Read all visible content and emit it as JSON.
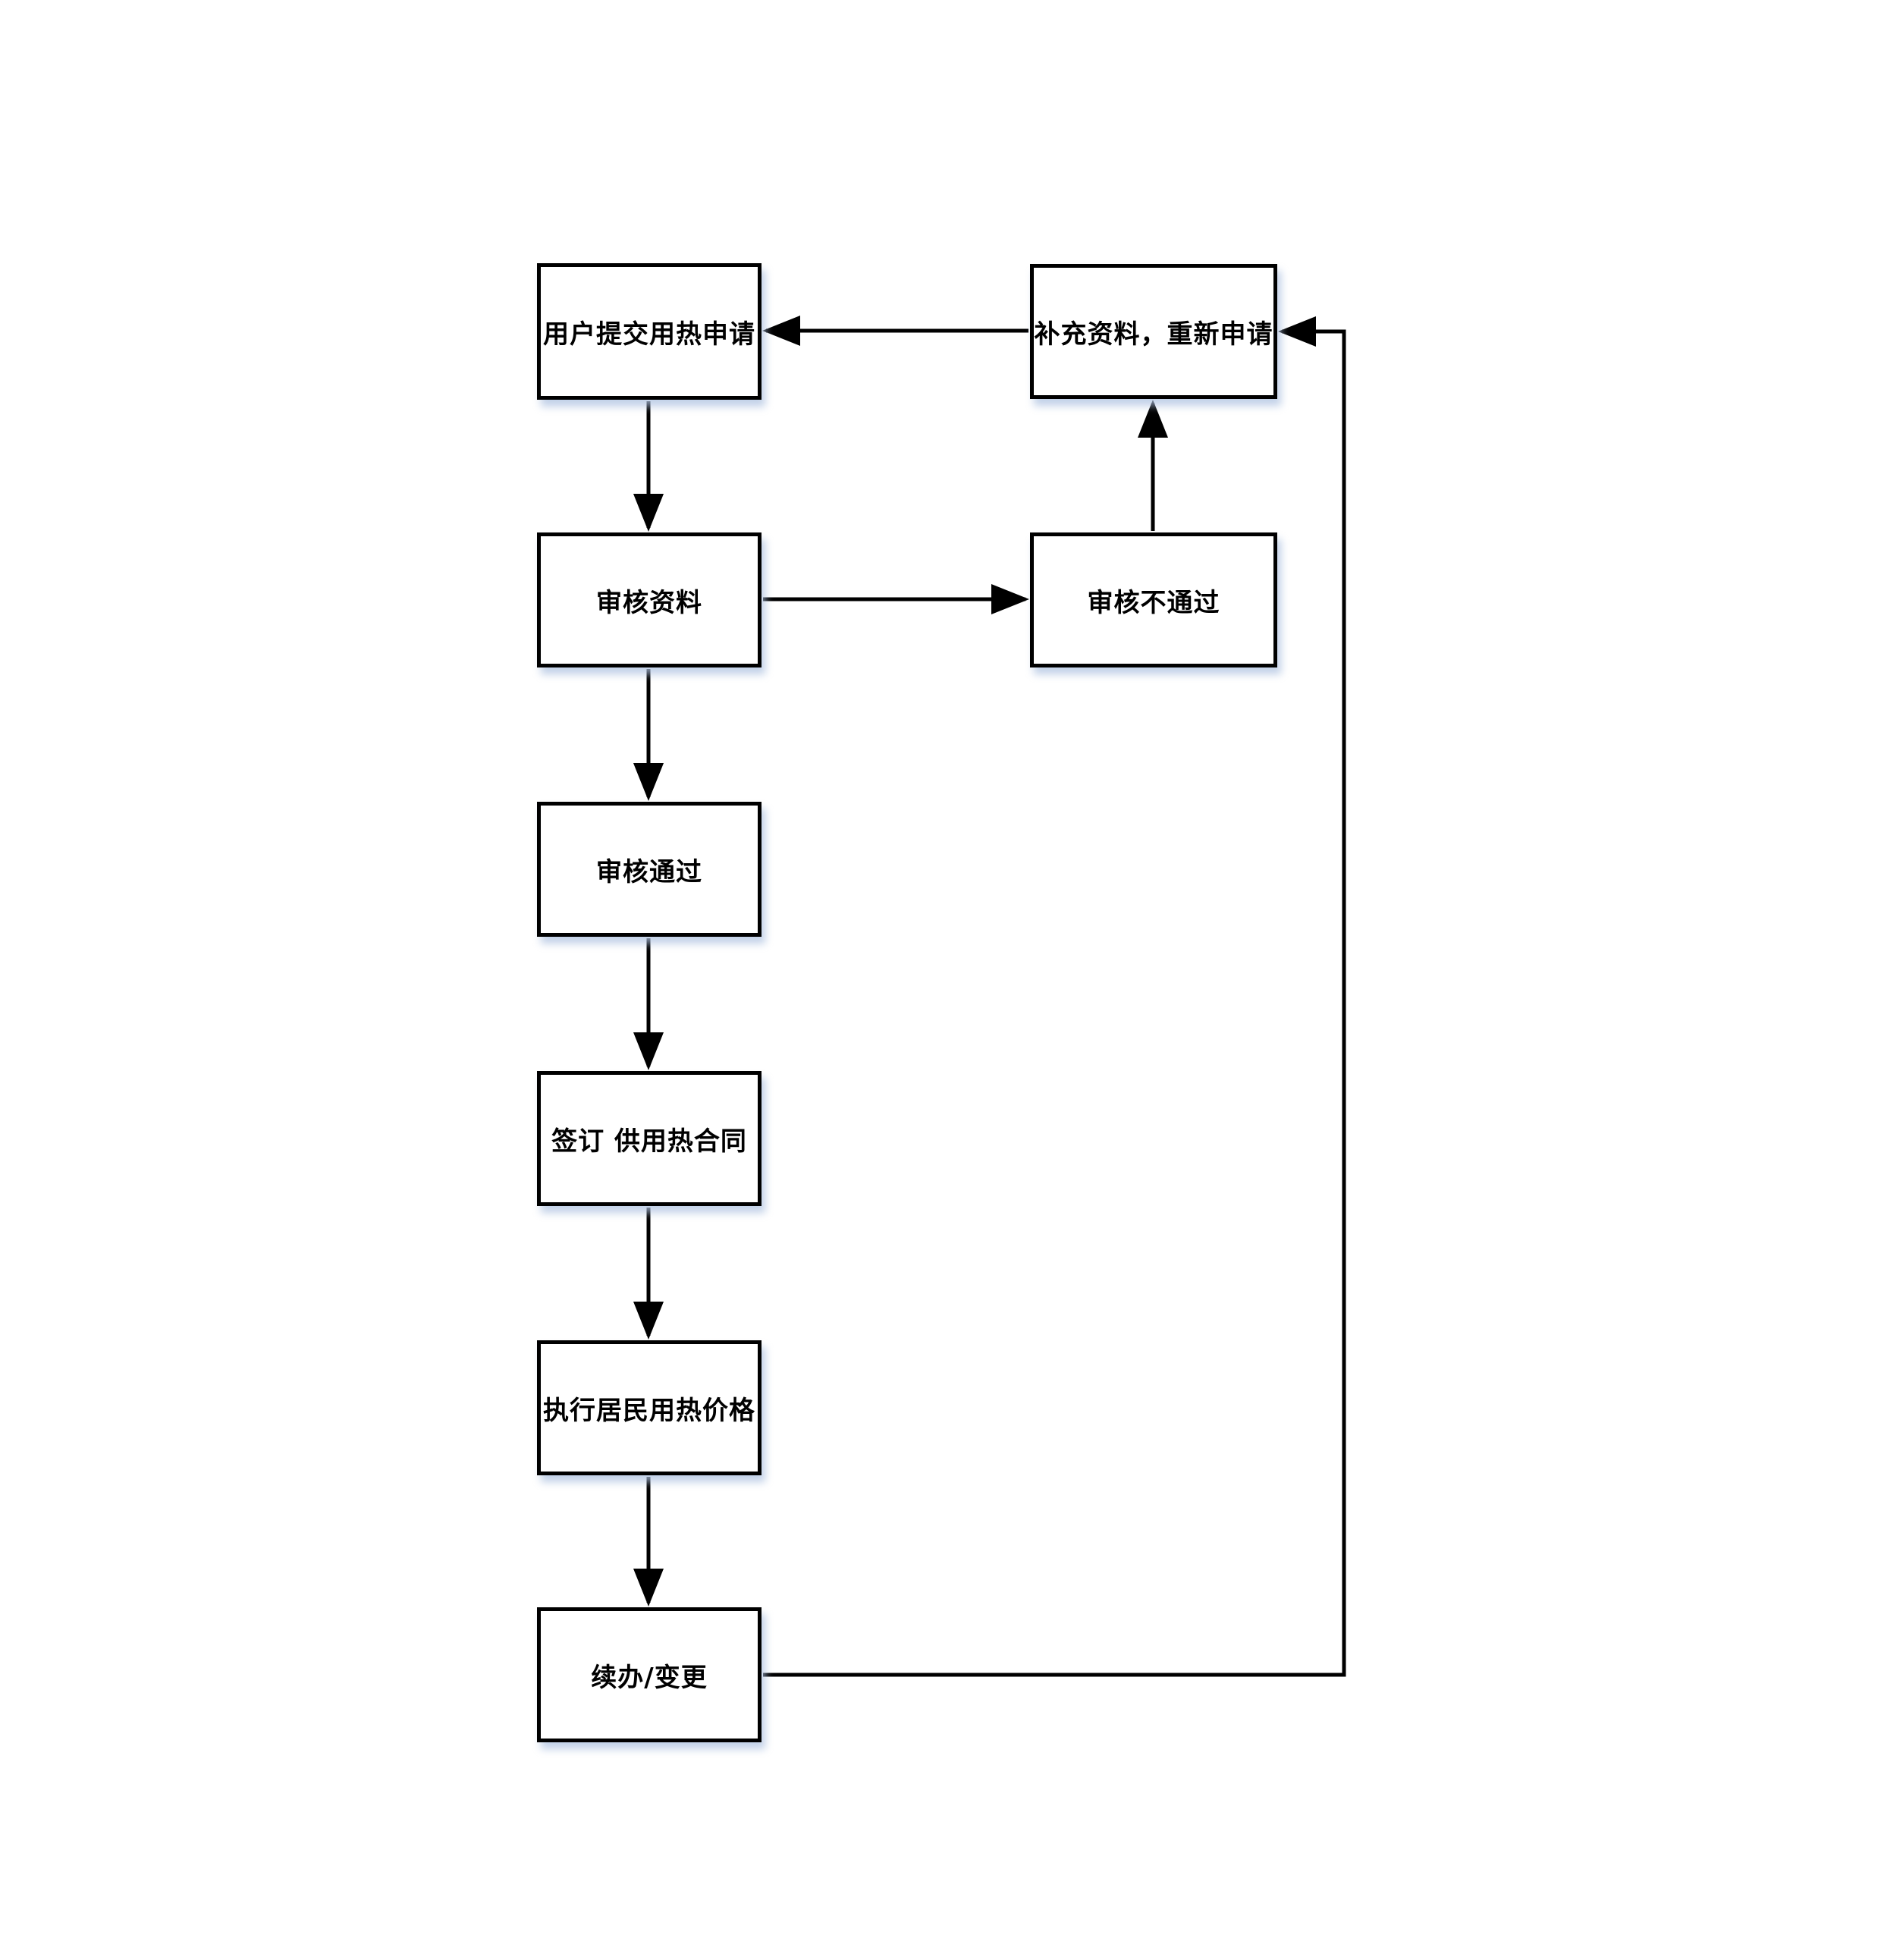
{
  "diagram": {
    "type": "flowchart",
    "language": "zh-CN",
    "colors": {
      "background": "#ffffff",
      "box_fill": "#ffffff",
      "box_border": "#000000",
      "connector": "#000000",
      "box_shadow": "#adc2e0"
    },
    "nodes": [
      {
        "id": "submit-application",
        "label": "用户提交用热申请"
      },
      {
        "id": "review-materials",
        "label": "审核资料"
      },
      {
        "id": "review-passed",
        "label": "审核通过"
      },
      {
        "id": "sign-contract",
        "label": "签订 供用热合同"
      },
      {
        "id": "residential-price",
        "label": "执行居民用热价格"
      },
      {
        "id": "renew-change",
        "label": "续办/变更"
      },
      {
        "id": "supplement-reapply",
        "label": "补充资料，重新申请"
      },
      {
        "id": "review-rejected",
        "label": "审核不通过"
      }
    ],
    "edges": [
      {
        "from": "submit-application",
        "to": "review-materials"
      },
      {
        "from": "review-materials",
        "to": "review-passed"
      },
      {
        "from": "review-passed",
        "to": "sign-contract"
      },
      {
        "from": "sign-contract",
        "to": "residential-price"
      },
      {
        "from": "residential-price",
        "to": "renew-change"
      },
      {
        "from": "review-materials",
        "to": "review-rejected"
      },
      {
        "from": "review-rejected",
        "to": "supplement-reapply"
      },
      {
        "from": "supplement-reapply",
        "to": "submit-application"
      },
      {
        "from": "renew-change",
        "to": "supplement-reapply"
      }
    ]
  }
}
